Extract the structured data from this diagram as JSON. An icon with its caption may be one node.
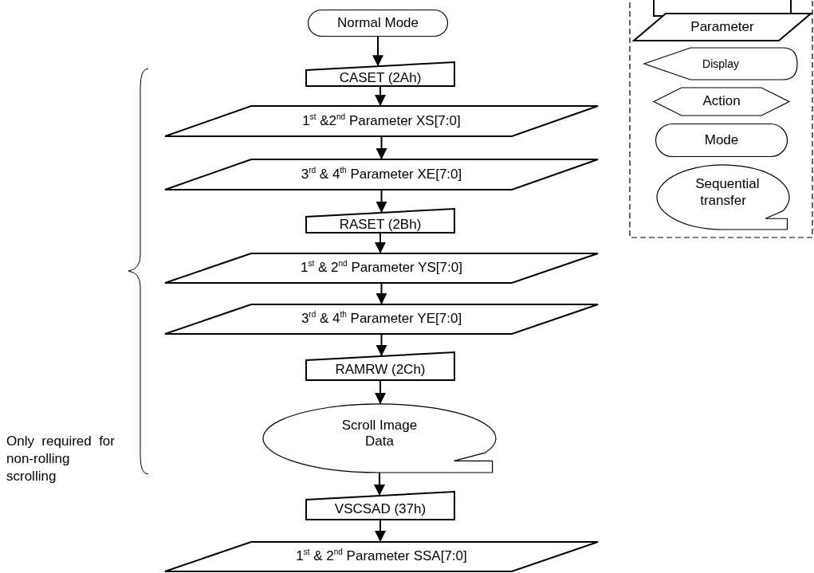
{
  "diagram": {
    "nodes": [
      {
        "text": [
          "Normal Mode"
        ]
      },
      {
        "text": [
          "CASET (2Ah)"
        ]
      },
      {
        "text": [
          "1$^{st}$ &2$^{nd}$ Parameter XS[7:0]"
        ]
      },
      {
        "text": [
          "3$^{rd}$ & 4$^{th}$ Parameter XE[7:0]"
        ]
      },
      {
        "text": [
          "RASET (2Bh)"
        ]
      },
      {
        "text": [
          "1$^{st}$ & 2$^{nd}$ Parameter YS[7:0]"
        ]
      },
      {
        "text": [
          "3$^{rd}$ & 4$^{th}$ Parameter YE[7:0]"
        ]
      },
      {
        "text": [
          "RAMRW (2Ch)"
        ]
      },
      {
        "text": [
          "Scroll Image Data"
        ]
      },
      {
        "text": [
          "VSCSAD (37h)"
        ]
      },
      {
        "text": [
          "1$^{st}$ & 2$^{nd}$ Parameter SSA[7:0]"
        ]
      },
      {
        "text": [],
        "shape": "box"
      },
      {
        "text": [],
        "shape": "box",
        "in": 11
      },
      {
        "text": [
          "Parameter"
        ],
        "in": 11
      },
      {
        "text": [
          "Display"
        ],
        "in": 11
      },
      {
        "text": [
          "Action"
        ],
        "in": 11
      },
      {
        "text": [
          "Mode"
        ],
        "in": 11
      },
      {
        "text": [
          "Sequential transfer"
        ],
        "in": 11
      }
    ],
    "edges": [
      {
        "from": 0,
        "to": 1,
        "arrow": "to"
      },
      {
        "from": 1,
        "to": 2,
        "arrow": "to"
      },
      {
        "from": 2,
        "to": 3,
        "arrow": "to"
      },
      {
        "from": 3,
        "to": 4,
        "arrow": "to"
      },
      {
        "from": 4,
        "to": 5,
        "arrow": "to"
      },
      {
        "from": 5,
        "to": 6,
        "arrow": "to"
      },
      {
        "from": 6,
        "to": 7,
        "arrow": "to"
      },
      {
        "from": 7,
        "to": 8,
        "arrow": "to"
      },
      {
        "from": 8,
        "to": 9,
        "arrow": "to"
      },
      {
        "from": 9,
        "to": 10,
        "arrow": "to"
      }
    ],
    "labels": [
      "Only required for non-rolling scrolling"
    ]
  }
}
